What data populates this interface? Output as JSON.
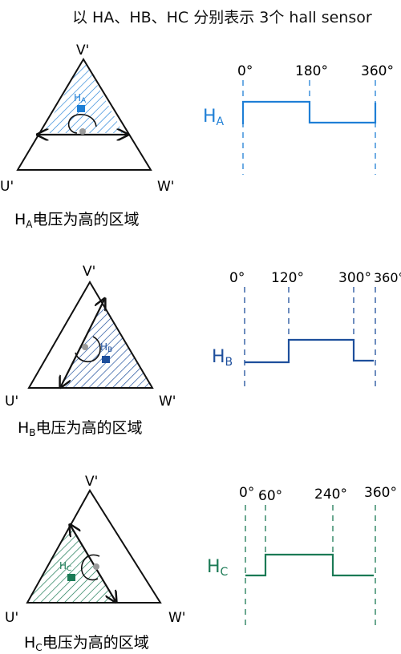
{
  "title": "以 HA、HB、HC 分别表示 3个 hall sensor",
  "colors": {
    "ha": "#1f7fd6",
    "hb": "#1e4f9c",
    "hc": "#1b7a55",
    "ink": "#111111",
    "gray": "#9a9a9a"
  },
  "panels": [
    {
      "id": "ha",
      "sensor_main": "H",
      "sensor_sub": "A",
      "vertex_top": "V'",
      "vertex_left": "U'",
      "vertex_right": "W'",
      "caption_main": "H",
      "caption_sub": "A",
      "caption_rest": "电压为高的区域",
      "angles": [
        "0°",
        "180°",
        "360°"
      ],
      "levels": {
        "low_angle_deg": 180,
        "high_angle_deg": 0
      }
    },
    {
      "id": "hb",
      "sensor_main": "H",
      "sensor_sub": "B",
      "vertex_top": "V'",
      "vertex_left": "U'",
      "vertex_right": "W'",
      "caption_main": "H",
      "caption_sub": "B",
      "caption_rest": "电压为高的区域",
      "angles": [
        "0°",
        "120°",
        "300°",
        "360°"
      ],
      "levels": {
        "high_from_deg": 120,
        "high_to_deg": 300
      }
    },
    {
      "id": "hc",
      "sensor_main": "H",
      "sensor_sub": "C",
      "vertex_top": "V'",
      "vertex_left": "U'",
      "vertex_right": "W'",
      "caption_main": "H",
      "caption_sub": "C",
      "caption_rest": "电压为高的区域",
      "angles": [
        "0°",
        "60°",
        "240°",
        "360°"
      ],
      "levels": {
        "high_from_deg": 60,
        "high_to_deg": 240
      }
    }
  ]
}
